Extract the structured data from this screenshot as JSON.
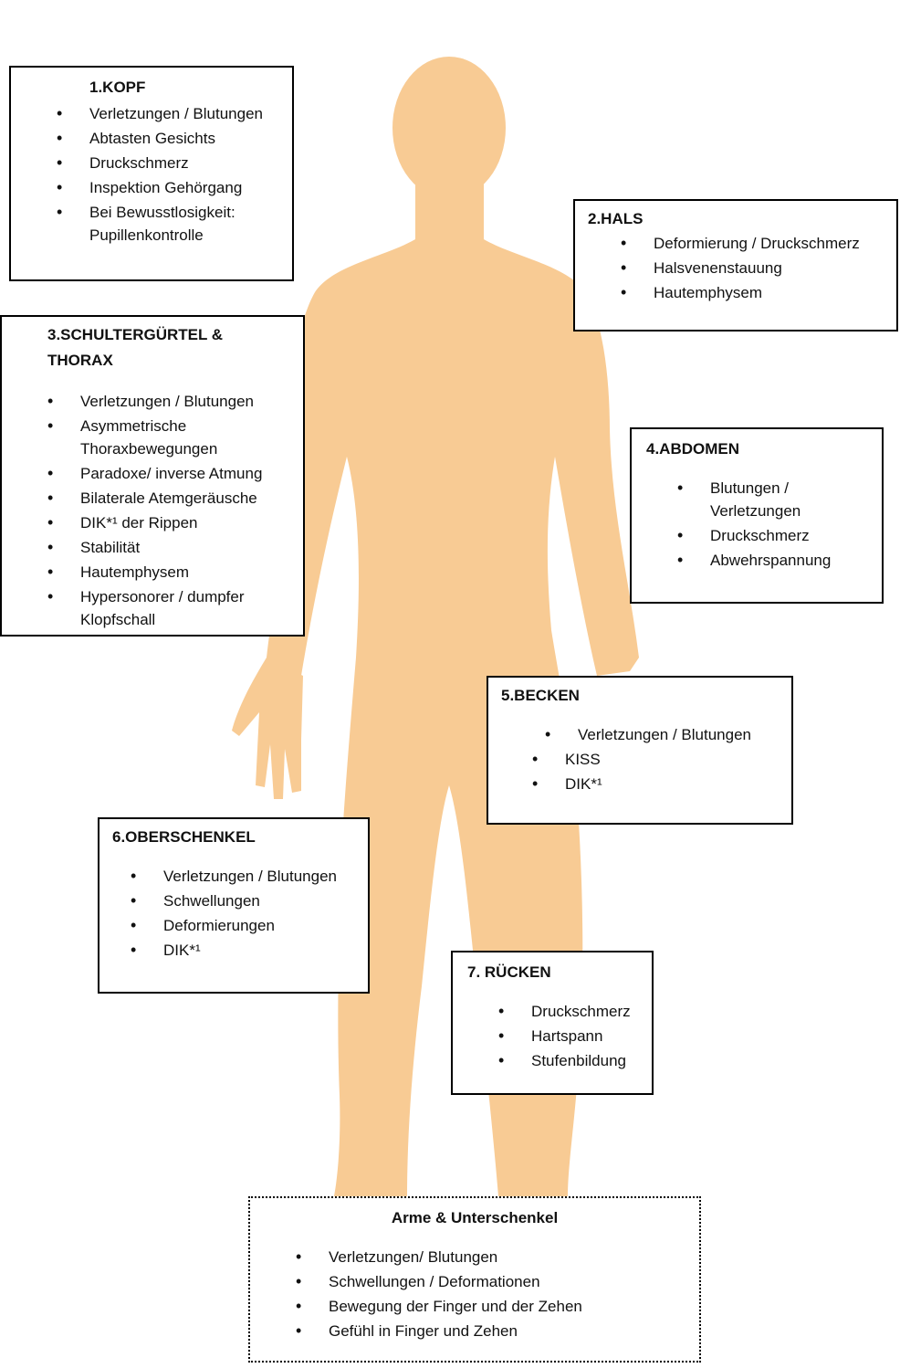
{
  "colors": {
    "silhouette": "#f8cb94",
    "border": "#000000"
  },
  "sections": {
    "kopf": {
      "title": "1.KOPF",
      "items": [
        "Verletzungen / Blutungen",
        "Abtasten Gesichts",
        "Druckschmerz",
        "Inspektion Gehörgang",
        "Bei Bewusstlosigkeit: Pupillenkontrolle"
      ]
    },
    "hals": {
      "title": "2.HALS",
      "items": [
        "Deformierung / Druckschmerz",
        "Halsvenenstauung",
        "Hautemphysem"
      ]
    },
    "thorax": {
      "title": "3.SCHULTERGÜRTEL & THORAX",
      "items": [
        "Verletzungen / Blutungen",
        "Asymmetrische Thoraxbewegungen",
        "Paradoxe/ inverse Atmung",
        "Bilaterale Atemgeräusche",
        "DIK*¹ der Rippen",
        "Stabilität",
        "Hautemphysem",
        "Hypersonorer / dumpfer Klopfschall"
      ]
    },
    "abdomen": {
      "title": "4.ABDOMEN",
      "items": [
        "Blutungen / Verletzungen",
        "Druckschmerz",
        "Abwehrspannung"
      ]
    },
    "becken": {
      "title": "5.BECKEN",
      "items": [
        "Verletzungen / Blutungen",
        "KISS",
        "DIK*¹"
      ]
    },
    "oberschenkel": {
      "title": "6.OBERSCHENKEL",
      "items": [
        "Verletzungen / Blutungen",
        "Schwellungen",
        "Deformierungen",
        "DIK*¹"
      ]
    },
    "ruecken": {
      "title": "7. RÜCKEN",
      "items": [
        "Druckschmerz",
        "Hartspann",
        "Stufenbildung"
      ]
    },
    "extremitaeten": {
      "title": "Arme & Unterschenkel",
      "items": [
        "Verletzungen/ Blutungen",
        "Schwellungen / Deformationen",
        "Bewegung der Finger und der Zehen",
        "Gefühl in Finger und Zehen"
      ]
    }
  }
}
